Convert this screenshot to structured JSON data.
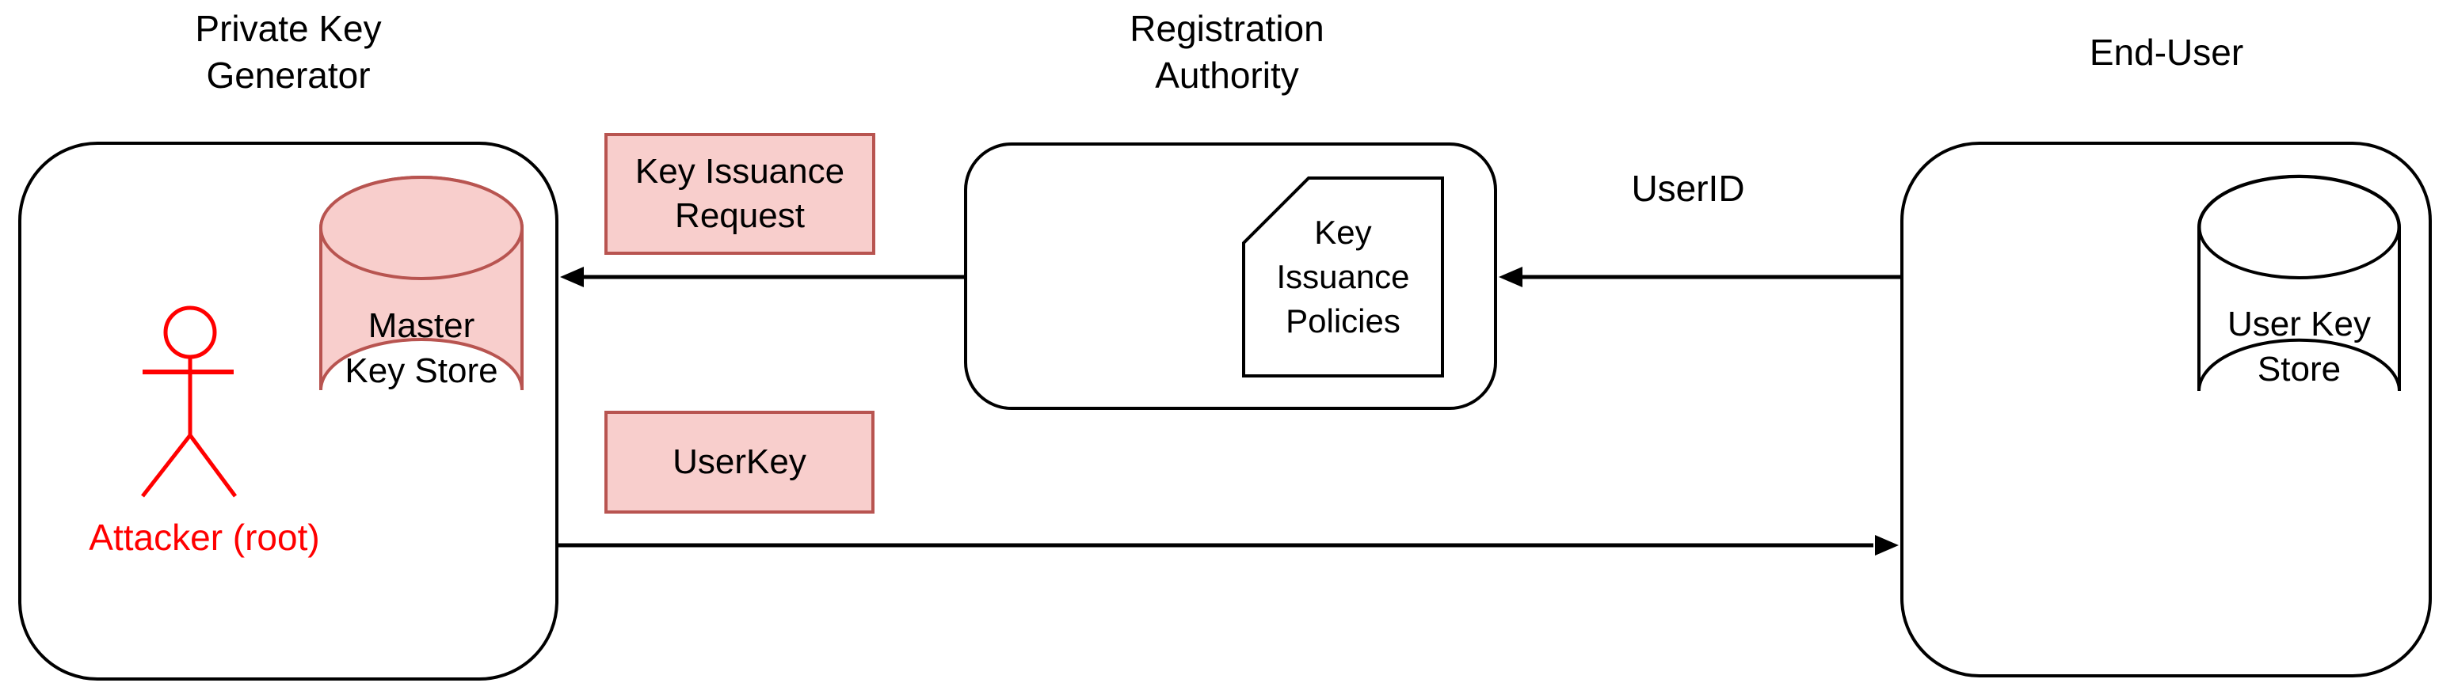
{
  "colors": {
    "background": "#ffffff",
    "line": "#000000",
    "text": "#000000",
    "highlight_fill": "#f8cecc",
    "highlight_stroke": "#b85450",
    "attacker_red": "#ff0000"
  },
  "nodes": {
    "private_key_generator": {
      "title": "Private Key\nGenerator"
    },
    "registration_authority": {
      "title": "Registration\nAuthority"
    },
    "end_user": {
      "title": "End-User"
    },
    "master_key_store": {
      "label": "Master\nKey Store",
      "shape": "cylinder",
      "highlighted": true
    },
    "user_key_store": {
      "label": "User Key\nStore",
      "shape": "cylinder",
      "highlighted": false
    },
    "key_issuance_policies": {
      "label": "Key\nIssuance\nPolicies",
      "shape": "document"
    },
    "attacker": {
      "label": "Attacker (root)",
      "shape": "stick-figure"
    }
  },
  "edges": {
    "key_issuance_request": {
      "label": "Key Issuance\nRequest",
      "from": "Registration Authority",
      "to": "Private Key Generator",
      "direction": "left"
    },
    "user_id": {
      "label": "UserID",
      "from": "End-User",
      "to": "Registration Authority",
      "direction": "left"
    },
    "user_key": {
      "label": "UserKey",
      "from": "Private Key Generator",
      "to": "End-User",
      "direction": "right"
    }
  }
}
